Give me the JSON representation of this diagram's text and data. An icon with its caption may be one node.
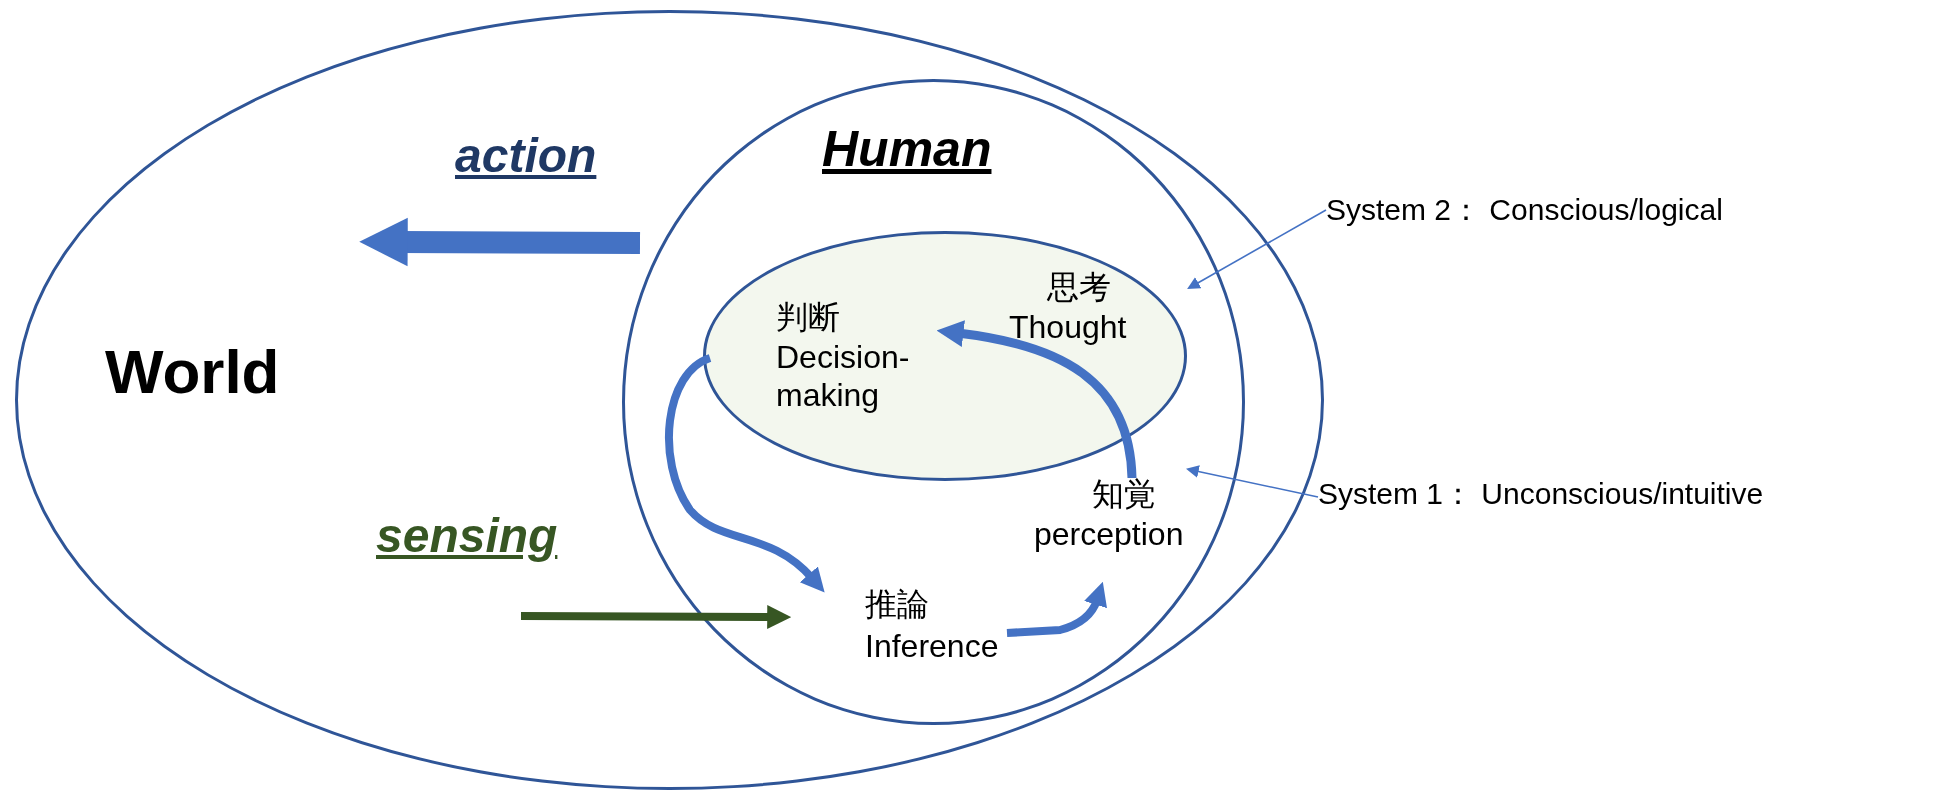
{
  "diagram": {
    "nodes": [
      {
        "text": [
          "World"
        ]
      },
      {
        "text": [
          "Human"
        ],
        "in": 0
      },
      {
        "text": [],
        "shape": "ellipse",
        "in": 1
      },
      {
        "text": [
          "判断",
          "Decision-making"
        ],
        "in": 2
      },
      {
        "text": [
          "思考",
          "Thought"
        ],
        "in": 2
      },
      {
        "text": [
          "知覚",
          "perception"
        ],
        "in": 1
      },
      {
        "text": [
          "推論",
          "Inference"
        ],
        "in": 1
      },
      {
        "text": [
          "System 2： Conscious/logical"
        ]
      },
      {
        "text": [
          "System 1： Unconscious/intuitive"
        ]
      }
    ],
    "edges": [
      {
        "from": 1,
        "to": null,
        "arrow": "to",
        "label": "action",
        "style": "thick"
      },
      {
        "from": null,
        "to": 6,
        "arrow": "to",
        "label": "sensing",
        "color": "#375623"
      },
      {
        "from": 3,
        "to": 6,
        "arrow": "to"
      },
      {
        "from": 6,
        "to": 5,
        "arrow": "to"
      },
      {
        "from": 5,
        "to": 3,
        "arrow": "to"
      },
      {
        "from": 7,
        "to": 2,
        "arrow": "to"
      },
      {
        "from": 8,
        "to": 5,
        "arrow": "to"
      }
    ]
  }
}
